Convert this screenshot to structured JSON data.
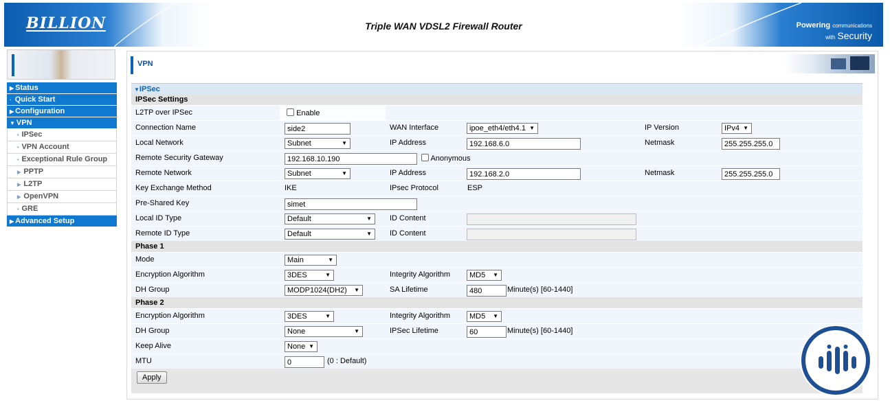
{
  "header": {
    "brand": "BILLION",
    "product_title": "Triple WAN VDSL2 Firewall Router",
    "tagline_word1": "Powering",
    "tagline_word2": "communications",
    "tagline_word3": "with",
    "tagline_word4": "Security"
  },
  "sidebar": {
    "items": [
      {
        "label": "Status",
        "level": "main",
        "expanded": false
      },
      {
        "label": "Quick Start",
        "level": "main",
        "expanded": false
      },
      {
        "label": "Configuration",
        "level": "main",
        "expanded": false
      },
      {
        "label": "VPN",
        "level": "main",
        "expanded": true
      },
      {
        "label": "IPSec",
        "level": "sub"
      },
      {
        "label": "VPN Account",
        "level": "sub"
      },
      {
        "label": "Exceptional Rule Group",
        "level": "sub"
      },
      {
        "label": "PPTP",
        "level": "sub"
      },
      {
        "label": "L2TP",
        "level": "sub"
      },
      {
        "label": "OpenVPN",
        "level": "sub"
      },
      {
        "label": "GRE",
        "level": "sub"
      },
      {
        "label": "Advanced Setup",
        "level": "main",
        "expanded": false
      }
    ]
  },
  "page": {
    "title": "VPN",
    "section": "IPSec"
  },
  "form": {
    "group_settings": "IPSec Settings",
    "l2tp_label": "L2TP over IPSec",
    "enable_label": "Enable",
    "connection_name_label": "Connection Name",
    "connection_name": "side2",
    "wan_interface_label": "WAN Interface",
    "wan_interface": "ipoe_eth4/eth4.1",
    "ip_version_label": "IP Version",
    "ip_version": "IPv4",
    "local_network_label": "Local Network",
    "local_network": "Subnet",
    "ip_address_label": "IP Address",
    "local_ip": "192.168.6.0",
    "netmask_label": "Netmask",
    "local_netmask": "255.255.255.0",
    "remote_gateway_label": "Remote Security Gateway",
    "remote_gateway": "192.168.10.190",
    "anonymous_label": "Anonymous",
    "remote_network_label": "Remote Network",
    "remote_network": "Subnet",
    "remote_ip": "192.168.2.0",
    "remote_netmask": "255.255.255.0",
    "key_exchange_label": "Key Exchange Method",
    "key_exchange": "IKE",
    "ipsec_protocol_label": "IPsec Protocol",
    "ipsec_protocol": "ESP",
    "psk_label": "Pre-Shared Key",
    "psk": "simet",
    "local_id_type_label": "Local ID Type",
    "local_id_type": "Default",
    "id_content_label": "ID Content",
    "remote_id_type_label": "Remote ID Type",
    "remote_id_type": "Default",
    "group_phase1": "Phase 1",
    "mode_label": "Mode",
    "mode": "Main",
    "enc_alg_label": "Encryption Algorithm",
    "p1_enc": "3DES",
    "int_alg_label": "Integrity Algorithm",
    "p1_int": "MD5",
    "dh_group_label": "DH Group",
    "p1_dh": "MODP1024(DH2)",
    "sa_lifetime_label": "SA Lifetime",
    "sa_lifetime": "480",
    "sa_lifetime_unit": "Minute(s) [60-1440]",
    "group_phase2": "Phase 2",
    "p2_enc": "3DES",
    "p2_int": "MD5",
    "p2_dh": "None",
    "ipsec_lifetime_label": "IPSec Lifetime",
    "ipsec_lifetime": "60",
    "ipsec_lifetime_unit": "Minute(s) [60-1440]",
    "keep_alive_label": "Keep Alive",
    "keep_alive": "None",
    "mtu_label": "MTU",
    "mtu": "0",
    "mtu_hint": "(0 : Default)",
    "apply_label": "Apply"
  },
  "colors": {
    "brand_blue": "#0f78cf",
    "title_blue": "#0b4f99"
  }
}
